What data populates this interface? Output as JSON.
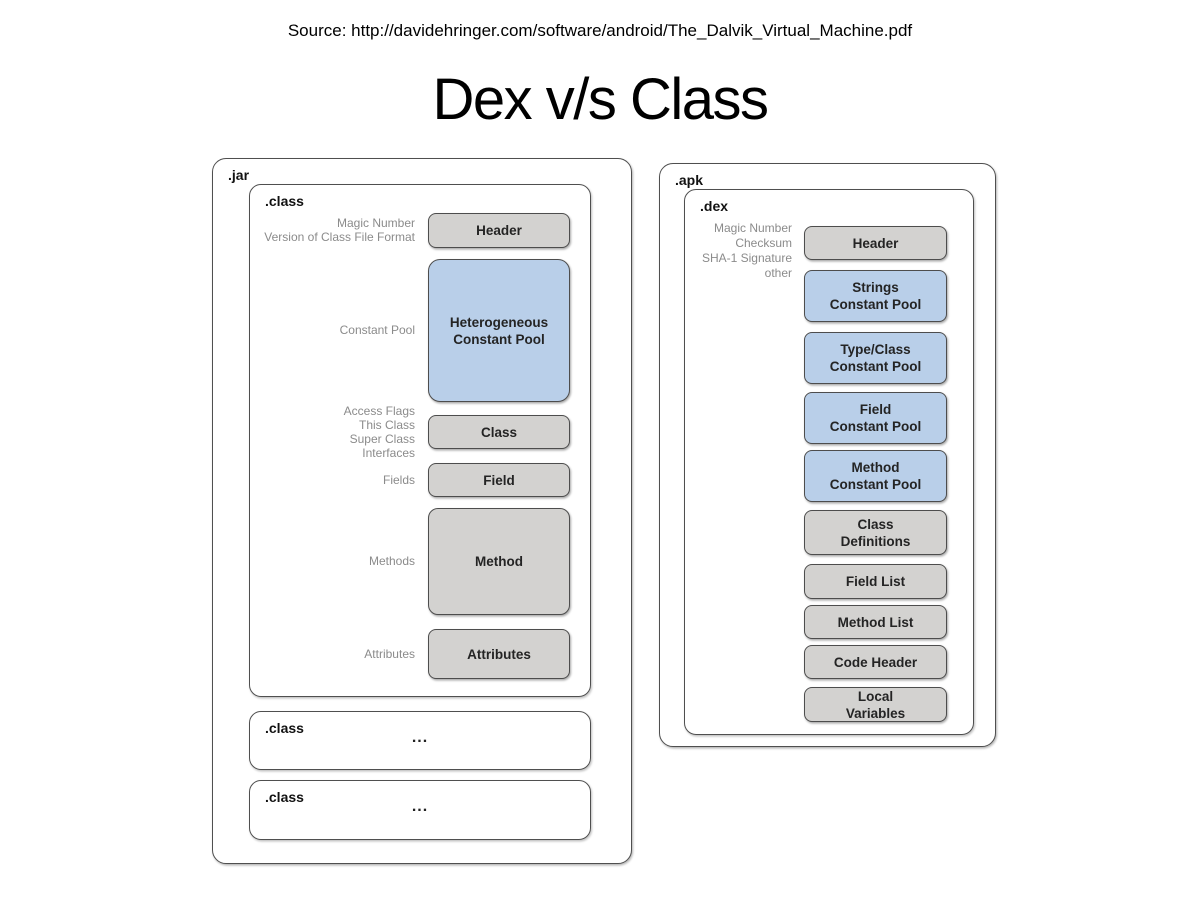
{
  "page": {
    "source_line": "Source: http://davidehringer.com/software/android/The_Dalvik_Virtual_Machine.pdf",
    "title": "Dex v/s Class"
  },
  "colors": {
    "blue_fill": "#b9cfe9",
    "gray_fill": "#d3d2d0",
    "box_border": "#4d4d4d",
    "side_label_gray": "#8b8b8b",
    "box_text": "#242424"
  },
  "jar": {
    "label": ".jar",
    "class_label": ".class",
    "rows": [
      {
        "label": "Magic Number\nVersion of Class File Format",
        "box": "Header",
        "fill": "gray"
      },
      {
        "label": "Constant Pool",
        "box": "Heterogeneous\nConstant Pool",
        "fill": "blue"
      },
      {
        "label": "Access Flags\nThis Class\nSuper Class\nInterfaces",
        "box": "Class",
        "fill": "gray"
      },
      {
        "label": "Fields",
        "box": "Field",
        "fill": "gray"
      },
      {
        "label": "Methods",
        "box": "Method",
        "fill": "gray"
      },
      {
        "label": "Attributes",
        "box": "Attributes",
        "fill": "gray"
      }
    ],
    "extra_classes": [
      {
        "label": ".class",
        "content": "..."
      },
      {
        "label": ".class",
        "content": "..."
      }
    ]
  },
  "apk": {
    "label": ".apk",
    "dex_label": ".dex",
    "side_label": "Magic Number\nChecksum\nSHA-1 Signature\nother",
    "boxes": [
      {
        "text": "Header",
        "fill": "gray"
      },
      {
        "text": "Strings\nConstant Pool",
        "fill": "blue"
      },
      {
        "text": "Type/Class\nConstant Pool",
        "fill": "blue"
      },
      {
        "text": "Field\nConstant Pool",
        "fill": "blue"
      },
      {
        "text": "Method\nConstant Pool",
        "fill": "blue"
      },
      {
        "text": "Class\nDefinitions",
        "fill": "gray"
      },
      {
        "text": "Field List",
        "fill": "gray"
      },
      {
        "text": "Method List",
        "fill": "gray"
      },
      {
        "text": "Code Header",
        "fill": "gray"
      },
      {
        "text": "Local\nVariables",
        "fill": "gray"
      }
    ]
  }
}
